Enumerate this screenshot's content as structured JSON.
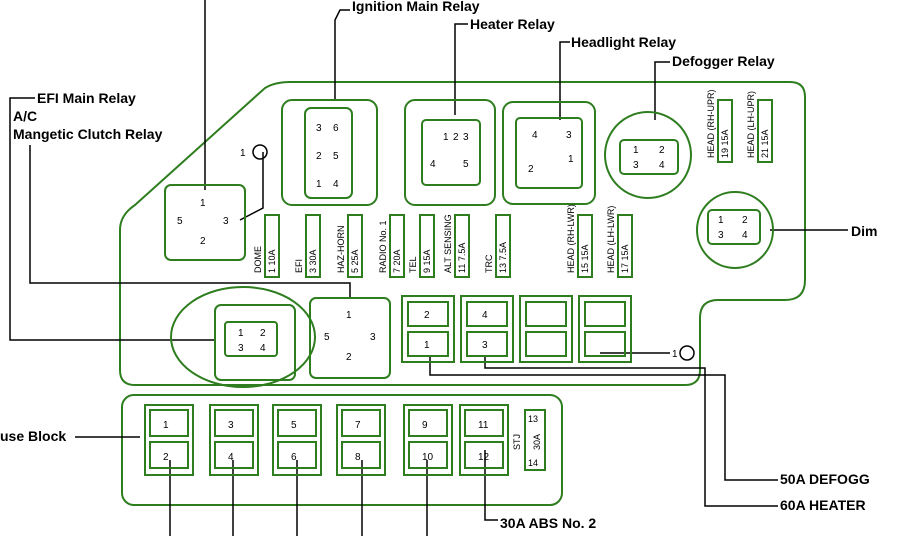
{
  "labels": {
    "ignition_main_relay": "Ignition Main Relay",
    "heater_relay": "Heater Relay",
    "headlight_relay": "Headlight Relay",
    "defogger_relay": "Defogger Relay",
    "efi_main_relay": "EFI Main Relay",
    "ac": "A/C",
    "magnetic_clutch_relay": "Mangetic Clutch Relay",
    "dim": "Dim",
    "fuse_block": "use Block",
    "defogger_50a": "50A DEFOGG",
    "heater_60a": "60A HEATER",
    "abs": "30A ABS No. 2",
    "ref_1a": "1",
    "ref_1b": "1"
  },
  "fuses": [
    {
      "num": "1",
      "amp": "10A",
      "name": "DOME"
    },
    {
      "num": "3",
      "amp": "30A",
      "name": "EFI"
    },
    {
      "num": "5",
      "amp": "25A",
      "name": "HAZ-HORN"
    },
    {
      "num": "7",
      "amp": "20A",
      "name": "RADIO No. 1"
    },
    {
      "num": "9",
      "amp": "15A",
      "name": "TEL"
    },
    {
      "num": "11",
      "amp": "7.5A",
      "name": "ALT SENSING"
    },
    {
      "num": "13",
      "amp": "7.5A",
      "name": "TRC"
    },
    {
      "num": "15",
      "amp": "15A",
      "name": "HEAD (RH-LWR)"
    },
    {
      "num": "17",
      "amp": "15A",
      "name": "HEAD (LH-LWR)"
    },
    {
      "num": "19",
      "amp": "15A",
      "name": "HEAD (RH-UPR)"
    },
    {
      "num": "21",
      "amp": "15A",
      "name": "HEAD (LH-UPR)"
    }
  ],
  "relays": {
    "ign_pins": [
      "3",
      "6",
      "2",
      "5",
      "1",
      "4"
    ],
    "heater_pins": [
      "1",
      "2",
      "3",
      "4",
      "5"
    ],
    "headlight_pins": [
      "4",
      "3",
      "2",
      "1"
    ],
    "defogger_pins": [
      "1",
      "2",
      "3",
      "4"
    ],
    "efi_pins": [
      "1",
      "5",
      "3",
      "2"
    ],
    "ac_pins": [
      "1",
      "2",
      "3",
      "4"
    ],
    "mag_pins": [
      "1",
      "5",
      "3",
      "2"
    ],
    "dim_pins": [
      "1",
      "2",
      "3",
      "4"
    ]
  },
  "mid_fuses": [
    "2",
    "1",
    "4",
    "3"
  ],
  "fuse_block": {
    "top": [
      "1",
      "3",
      "5",
      "7",
      "9",
      "11"
    ],
    "bottom": [
      "2",
      "4",
      "6",
      "8",
      "10",
      "12"
    ],
    "stj_top": "13",
    "stj_amp": "30A",
    "stj_name": "STJ",
    "stj_bottom": "14"
  }
}
